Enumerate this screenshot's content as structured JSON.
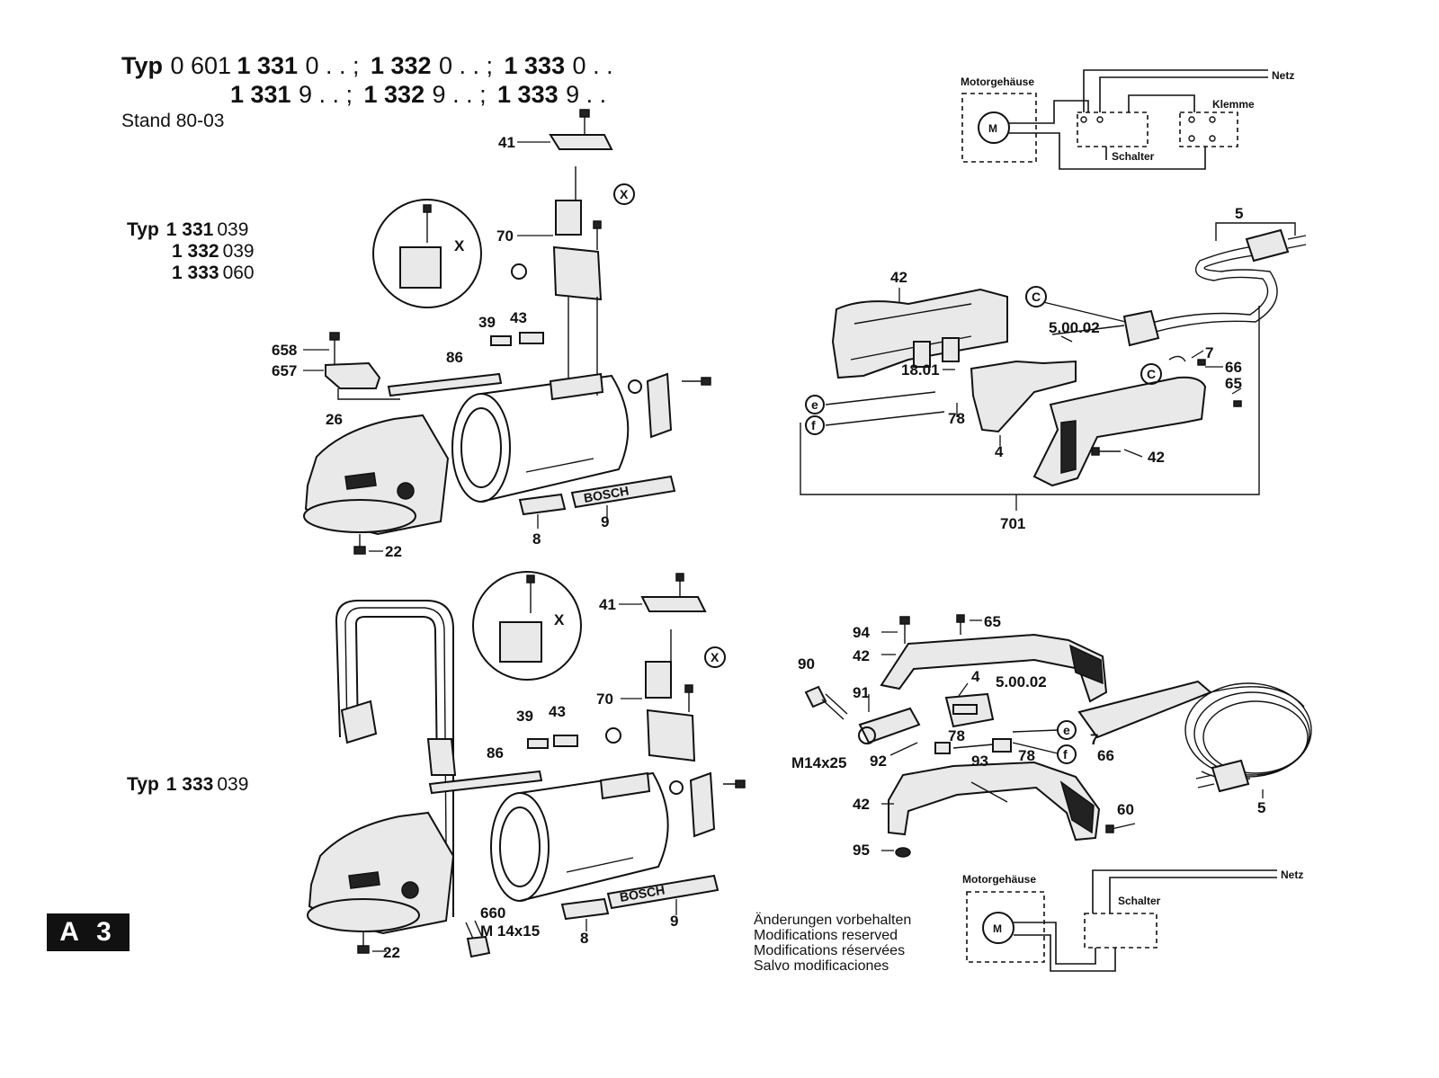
{
  "header": {
    "line1": {
      "prefix": "Typ",
      "base_light": "0 601",
      "base_bold": "1 331",
      "suffix1": "0 . . ;",
      "bold2": "1 332",
      "suffix2": "0 . . ;",
      "bold3": "1 333",
      "suffix3": "0 . ."
    },
    "line2": {
      "bold1": "1 331",
      "suffix1": "9 . . ;",
      "bold2": "1 332",
      "suffix2": "9 . . ;",
      "bold3": "1 333",
      "suffix3": "9 . ."
    },
    "stand": "Stand 80-03"
  },
  "variants_top": [
    {
      "prefix": "Typ",
      "bold": "1 331",
      "num": "039"
    },
    {
      "prefix": "",
      "bold": "1 332",
      "num": "039"
    },
    {
      "prefix": "",
      "bold": "1 333",
      "num": "060"
    }
  ],
  "variant_bottom": {
    "prefix": "Typ",
    "bold": "1 333",
    "num": "039"
  },
  "schematic_top": {
    "motor": "Motorgehäuse",
    "m": "M",
    "net": "Netz",
    "switch": "Schalter",
    "terminal": "Klemme"
  },
  "schematic_bottom": {
    "motor": "Motorgehäuse",
    "m": "M",
    "net": "Netz",
    "switch": "Schalter"
  },
  "labels": {
    "tl": {
      "p41": "41",
      "x_circle": "X",
      "x_detail": "X",
      "p70": "70",
      "p39": "39",
      "p43": "43",
      "p658": "658",
      "p657": "657",
      "p86": "86",
      "p26": "26",
      "p22": "22",
      "p8": "8",
      "p9": "9"
    },
    "tr": {
      "p5": "5",
      "p42a": "42",
      "c1": "C",
      "p5002": "5.00.02",
      "p1801": "18.01",
      "p7": "7",
      "p66": "66",
      "p65": "65",
      "c2": "C",
      "e": "e",
      "f": "f",
      "p78": "78",
      "p4": "4",
      "p42b": "42",
      "p701": "701"
    },
    "bl": {
      "p41": "41",
      "x_detail": "X",
      "x_circle": "X",
      "p70": "70",
      "p39": "39",
      "p43": "43",
      "p86": "86",
      "p660": "660",
      "m14x15": "M 14x15",
      "p8": "8",
      "p9": "9",
      "p22": "22"
    },
    "br": {
      "p94": "94",
      "p65": "65",
      "p90": "90",
      "p42a": "42",
      "p4": "4",
      "p5002": "5.00.02",
      "p91": "91",
      "p78a": "78",
      "e": "e",
      "p7": "7",
      "f": "f",
      "p66": "66",
      "m14x25": "M14x25",
      "p92": "92",
      "p93": "93",
      "p78b": "78",
      "p42b": "42",
      "p60": "60",
      "p95": "95",
      "p5": "5"
    }
  },
  "brand_plate": "BOSCH",
  "notice": [
    "Änderungen vorbehalten",
    "Modifications reserved",
    "Modifications réservées",
    "Salvo modificaciones"
  ],
  "page_badge": "A 3"
}
